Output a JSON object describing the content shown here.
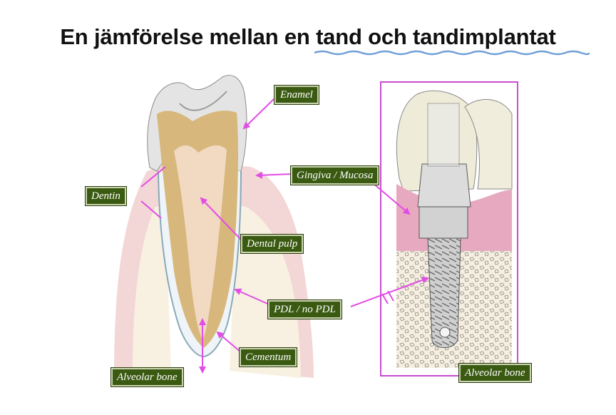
{
  "title": {
    "prefix": "En jämförelse mellan en ",
    "underlined": "tand och tandimplantat"
  },
  "labels": {
    "enamel": "Enamel",
    "gingiva": "Gingiva / Mucosa",
    "dentin": "Dentin",
    "dental_pulp": "Dental pulp",
    "pdl": "PDL / no PDL",
    "cementum": "Cementum",
    "alveolar_bone_left": "Alveolar bone",
    "alveolar_bone_right": "Alveolar bone"
  },
  "colors": {
    "label_bg": "#3a5a12",
    "arrow": "#e24de6",
    "frame": "#c94ccf",
    "underline": "#6f9fd8"
  }
}
